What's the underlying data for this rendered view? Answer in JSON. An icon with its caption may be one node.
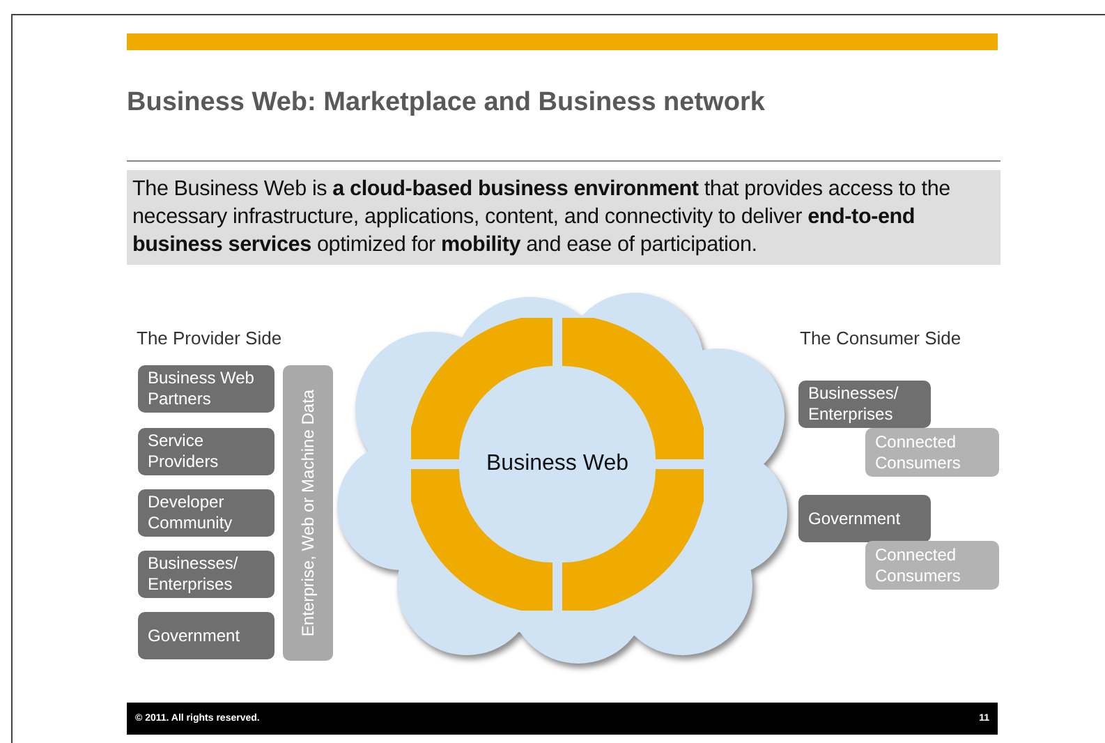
{
  "diagram": {
    "title": "Business Web: Marketplace and Business network",
    "nodes": [
      {
        "text": [
          "The Business Web is **a cloud-based business environment** that provides access to the necessary infrastructure, applications, content, and connectivity to deliver **end-to-end business services** optimized for **mobility** and ease of participation."
        ]
      },
      {
        "text": [],
        "shape": "cloud"
      },
      {
        "text": [
          "Business Web"
        ],
        "in": 1
      },
      {
        "text": [
          "Business Web Partners"
        ]
      },
      {
        "text": [
          "Service Providers"
        ]
      },
      {
        "text": [
          "Developer Community"
        ]
      },
      {
        "text": [
          "Businesses/ Enterprises"
        ]
      },
      {
        "text": [
          "Government"
        ]
      },
      {
        "text": [
          "Enterprise, Web or Machine Data"
        ]
      },
      {
        "text": [
          "Businesses/ Enterprises"
        ]
      },
      {
        "text": [
          "Connected Consumers"
        ]
      },
      {
        "text": [
          "Government"
        ]
      },
      {
        "text": [
          "Connected Consumers"
        ]
      }
    ],
    "labels": [
      "The Provider Side",
      "The Consumer Side",
      "© 2011. All rights reserved.",
      "11"
    ]
  }
}
